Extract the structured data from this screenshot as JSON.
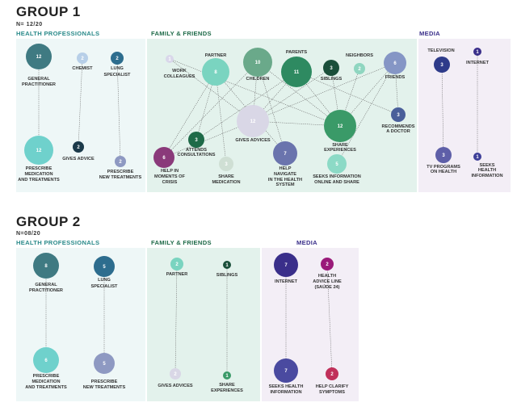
{
  "group1": {
    "title": "GROUP 1",
    "subtitle": "N= 12/20",
    "sections": {
      "health": "HEALTH PROFESSIONALS",
      "family": "FAMILY & FRIENDS",
      "media": "MEDIA"
    },
    "nodes": [
      {
        "id": "g1-gp",
        "value": "12",
        "label": [
          "GENERAL",
          "PRACTITIONER"
        ],
        "color": "#3f7a82"
      },
      {
        "id": "g1-chemist",
        "value": "2",
        "label": [
          "CHEMIST"
        ],
        "color": "#b7cfe8"
      },
      {
        "id": "g1-lung",
        "value": "2",
        "label": [
          "LUNG",
          "SPECIALIST"
        ],
        "color": "#2d6d8e"
      },
      {
        "id": "g1-prescribe-med",
        "value": "12",
        "label": [
          "PRESCRIBE",
          "MEDICATION",
          "AND TREATMENTS"
        ],
        "color": "#6fd1cc"
      },
      {
        "id": "g1-gives-advice-hp",
        "value": "2",
        "label": [
          "GIVES ADVICE"
        ],
        "color": "#1b3a4a"
      },
      {
        "id": "g1-prescribe-new",
        "value": "2",
        "label": [
          "PRESCRIBE",
          "NEW TREATMENTS"
        ],
        "color": "#8e99c2"
      },
      {
        "id": "g1-work",
        "value": "1",
        "label": [
          "WORK",
          "COLLEAGUES"
        ],
        "color": "#d9d7ea"
      },
      {
        "id": "g1-partner",
        "value": "8",
        "label": [
          "PARTNER"
        ],
        "color": "#7ad4c0"
      },
      {
        "id": "g1-children",
        "value": "10",
        "label": [
          "CHILDREN"
        ],
        "color": "#6aa98a"
      },
      {
        "id": "g1-parents",
        "value": "11",
        "label": [
          "PARENTS"
        ],
        "color": "#2e8a61"
      },
      {
        "id": "g1-siblings",
        "value": "3",
        "label": [
          "SIBLINGS"
        ],
        "color": "#1a4f3a"
      },
      {
        "id": "g1-neighbors",
        "value": "2",
        "label": [
          "NEIGHBORS"
        ],
        "color": "#8fd6c0"
      },
      {
        "id": "g1-friends",
        "value": "6",
        "label": [
          "FRIENDS"
        ],
        "color": "#8596c5"
      },
      {
        "id": "g1-gives-advice",
        "value": "12",
        "label": [
          "GIVES ADVICES"
        ],
        "color": "#d9d7e6"
      },
      {
        "id": "g1-recommends",
        "value": "3",
        "label": [
          "RECOMMENDS",
          "A DOCTOR"
        ],
        "color": "#4a5f9a"
      },
      {
        "id": "g1-share-exp",
        "value": "12",
        "label": [
          "SHARE",
          "EXPERIENCES"
        ],
        "color": "#3a9a68"
      },
      {
        "id": "g1-help-crisis",
        "value": "6",
        "label": [
          "HELP IN",
          "MOMENTS OF",
          "CRISIS"
        ],
        "color": "#8a3a7a"
      },
      {
        "id": "g1-attends",
        "value": "3",
        "label": [
          "ATTENDS",
          "CONSULTATIONS"
        ],
        "color": "#1e6a48"
      },
      {
        "id": "g1-share-med",
        "value": "3",
        "label": [
          "SHARE",
          "MEDICATION"
        ],
        "color": "#cfdfd4"
      },
      {
        "id": "g1-navigate",
        "value": "7",
        "label": [
          "HELP",
          "NAVIGATE",
          "IN THE HEALTH",
          "SYSTEM"
        ],
        "color": "#6a74ad"
      },
      {
        "id": "g1-seeks-info",
        "value": "5",
        "label": [
          "SEEKS INFORMATION",
          "ONLINE AND SHARE"
        ],
        "color": "#8cdac6"
      },
      {
        "id": "g1-tv",
        "value": "3",
        "label": [
          "TELEVISION"
        ],
        "color": "#2e3b8a"
      },
      {
        "id": "g1-internet",
        "value": "1",
        "label": [
          "INTERNET"
        ],
        "color": "#3a2e8a"
      },
      {
        "id": "g1-tv-prog",
        "value": "3",
        "label": [
          "TV PROGRAMS",
          "ON HEALTH"
        ],
        "color": "#5e5fa8"
      },
      {
        "id": "g1-seeks-health",
        "value": "1",
        "label": [
          "SEEKS",
          "HEALTH",
          "INFORMATION"
        ],
        "color": "#3e3f98"
      }
    ]
  },
  "group2": {
    "title": "GROUP 2",
    "subtitle": "N=08/20",
    "sections": {
      "health": "HEALTH PROFESSIONALS",
      "family": "FAMILY & FRIENDS",
      "media": "MEDIA"
    },
    "nodes": [
      {
        "id": "g2-gp",
        "value": "8",
        "label": [
          "GENERAL",
          "PRACTITIONER"
        ],
        "color": "#3f7a82"
      },
      {
        "id": "g2-lung",
        "value": "5",
        "label": [
          "LUNG",
          "SPECIALIST"
        ],
        "color": "#2d6d8e"
      },
      {
        "id": "g2-prescribe-med",
        "value": "6",
        "label": [
          "PRESCRIBE",
          "MEDICATION",
          "AND TREATMENTS"
        ],
        "color": "#6fd1cc"
      },
      {
        "id": "g2-prescribe-new",
        "value": "5",
        "label": [
          "PRESCRIBE",
          "NEW TREATMENTS"
        ],
        "color": "#8e99c2"
      },
      {
        "id": "g2-partner",
        "value": "2",
        "label": [
          "PARTNER"
        ],
        "color": "#7ad4c0"
      },
      {
        "id": "g2-siblings",
        "value": "1",
        "label": [
          "SIBLINGS"
        ],
        "color": "#1a4f3a"
      },
      {
        "id": "g2-gives-advices",
        "value": "2",
        "label": [
          "GIVES ADVICES"
        ],
        "color": "#d9d7e6"
      },
      {
        "id": "g2-share-exp",
        "value": "1",
        "label": [
          "SHARE",
          "EXPERIENCES"
        ],
        "color": "#3a9a68"
      },
      {
        "id": "g2-internet",
        "value": "7",
        "label": [
          "INTERNET"
        ],
        "color": "#3a2e8a"
      },
      {
        "id": "g2-advice-line",
        "value": "2",
        "label": [
          "HEALTH",
          "ADVICE LINE",
          "(SAÚDE 24)"
        ],
        "color": "#9a1a7a"
      },
      {
        "id": "g2-seeks-health",
        "value": "7",
        "label": [
          "SEEKS HEALTH",
          "INFORMATION"
        ],
        "color": "#4a4aa0"
      },
      {
        "id": "g2-clarify",
        "value": "2",
        "label": [
          "HELP CLARIFY",
          "SYMPTOMS"
        ],
        "color": "#c0305a"
      }
    ]
  },
  "colors": {
    "health_heading": "#2a8a8a",
    "family_heading": "#1e6a48",
    "media_heading": "#3a2e8a",
    "health_panel": "#eef7f7",
    "family_panel": "#e3f2ec",
    "media_panel": "#f3eef6"
  }
}
